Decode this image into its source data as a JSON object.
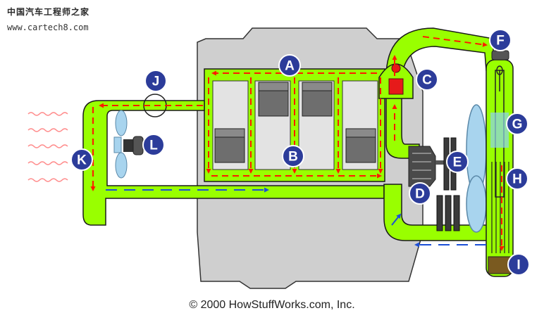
{
  "watermark": {
    "site_name": "中国汽车工程师之家",
    "url": "www.cartech8.com"
  },
  "credit": "© 2000 HowStuffWorks.com, Inc.",
  "colors": {
    "coolant": "#99ff00",
    "coolant_outline": "#1a1a1a",
    "hot_flow_arrow": "#ff1a00",
    "cool_flow_arrow": "#1c4fd6",
    "engine_block": "#cfcfcf",
    "label_badge": "#2c3c9a",
    "heat_waves": "#ff8c8c",
    "thermostat": "#e61a1a",
    "fan_blade": "#a8d4ee"
  },
  "labels": [
    "A",
    "B",
    "C",
    "D",
    "E",
    "F",
    "G",
    "H",
    "I",
    "J",
    "K",
    "L"
  ],
  "icons": {
    "fan": "fan-icon",
    "motor": "motor-icon",
    "heat": "heat-wave-icon"
  }
}
